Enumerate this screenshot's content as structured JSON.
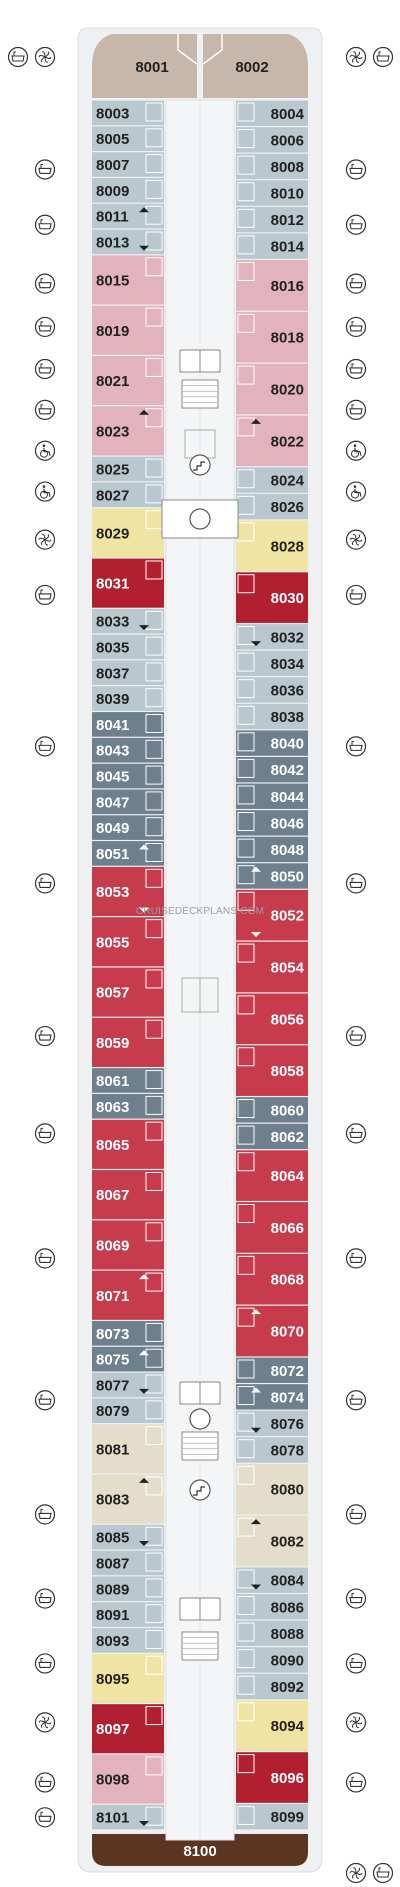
{
  "watermark": "CRUISEDECKPLANS.COM",
  "colors": {
    "hull": "#eef0f2",
    "corridor": "#f4f5f7",
    "light": "#b9c7cf",
    "slate": "#6e7f8e",
    "red": "#c63c4d",
    "darkred": "#b21f30",
    "pink": "#e2b3bd",
    "cream": "#f0e4a4",
    "beige": "#e4ddcc",
    "tan": "#c7b7ab",
    "brown": "#5b3522",
    "icon": "#333333"
  },
  "fwd": {
    "port": "8001",
    "stbd": "8002"
  },
  "aft": "8100",
  "cabins": {
    "port": [
      {
        "n": "8003",
        "c": "light"
      },
      {
        "n": "8005",
        "c": "light"
      },
      {
        "n": "8007",
        "c": "light"
      },
      {
        "n": "8009",
        "c": "light"
      },
      {
        "n": "8011",
        "c": "light",
        "arrow": "up"
      },
      {
        "n": "8013",
        "c": "light",
        "arrow": "down"
      },
      {
        "n": "8015",
        "c": "pink"
      },
      {
        "n": "8019",
        "c": "pink"
      },
      {
        "n": "8021",
        "c": "pink"
      },
      {
        "n": "8023",
        "c": "pink",
        "arrow": "up"
      },
      {
        "n": "8025",
        "c": "light"
      },
      {
        "n": "8027",
        "c": "light"
      },
      {
        "n": "8029",
        "c": "cream"
      },
      {
        "n": "8031",
        "c": "darkred"
      },
      {
        "n": "8033",
        "c": "light",
        "arrow": "down"
      },
      {
        "n": "8035",
        "c": "light"
      },
      {
        "n": "8037",
        "c": "light"
      },
      {
        "n": "8039",
        "c": "light"
      },
      {
        "n": "8041",
        "c": "slate"
      },
      {
        "n": "8043",
        "c": "slate"
      },
      {
        "n": "8045",
        "c": "slate"
      },
      {
        "n": "8047",
        "c": "slate"
      },
      {
        "n": "8049",
        "c": "slate"
      },
      {
        "n": "8051",
        "c": "slate",
        "arrow": "up"
      },
      {
        "n": "8053",
        "c": "red",
        "arrow": "down"
      },
      {
        "n": "8055",
        "c": "red"
      },
      {
        "n": "8057",
        "c": "red"
      },
      {
        "n": "8059",
        "c": "red"
      },
      {
        "n": "8061",
        "c": "slate"
      },
      {
        "n": "8063",
        "c": "slate"
      },
      {
        "n": "8065",
        "c": "red"
      },
      {
        "n": "8067",
        "c": "red"
      },
      {
        "n": "8069",
        "c": "red"
      },
      {
        "n": "8071",
        "c": "red",
        "arrow": "up"
      },
      {
        "n": "8073",
        "c": "slate"
      },
      {
        "n": "8075",
        "c": "slate",
        "arrow": "up"
      },
      {
        "n": "8077",
        "c": "light",
        "arrow": "down"
      },
      {
        "n": "8079",
        "c": "light"
      },
      {
        "n": "8081",
        "c": "beige"
      },
      {
        "n": "8083",
        "c": "beige",
        "arrow": "up"
      },
      {
        "n": "8085",
        "c": "light",
        "arrow": "down"
      },
      {
        "n": "8087",
        "c": "light"
      },
      {
        "n": "8089",
        "c": "light"
      },
      {
        "n": "8091",
        "c": "light"
      },
      {
        "n": "8093",
        "c": "light"
      },
      {
        "n": "8095",
        "c": "cream"
      },
      {
        "n": "8097",
        "c": "darkred"
      },
      {
        "n": "8098",
        "c": "pink"
      },
      {
        "n": "8101",
        "c": "light",
        "arrow": "down"
      }
    ],
    "stbd": [
      {
        "n": "8004",
        "c": "light"
      },
      {
        "n": "8006",
        "c": "light"
      },
      {
        "n": "8008",
        "c": "light"
      },
      {
        "n": "8010",
        "c": "light"
      },
      {
        "n": "8012",
        "c": "light"
      },
      {
        "n": "8014",
        "c": "light"
      },
      {
        "n": "8016",
        "c": "pink"
      },
      {
        "n": "8018",
        "c": "pink"
      },
      {
        "n": "8020",
        "c": "pink"
      },
      {
        "n": "8022",
        "c": "pink",
        "arrow": "up"
      },
      {
        "n": "8024",
        "c": "light"
      },
      {
        "n": "8026",
        "c": "light"
      },
      {
        "n": "8028",
        "c": "cream"
      },
      {
        "n": "8030",
        "c": "darkred"
      },
      {
        "n": "8032",
        "c": "light",
        "arrow": "down"
      },
      {
        "n": "8034",
        "c": "light"
      },
      {
        "n": "8036",
        "c": "light"
      },
      {
        "n": "8038",
        "c": "light"
      },
      {
        "n": "8040",
        "c": "slate"
      },
      {
        "n": "8042",
        "c": "slate"
      },
      {
        "n": "8044",
        "c": "slate"
      },
      {
        "n": "8046",
        "c": "slate"
      },
      {
        "n": "8048",
        "c": "slate"
      },
      {
        "n": "8050",
        "c": "slate",
        "arrow": "up"
      },
      {
        "n": "8052",
        "c": "red",
        "arrow": "down"
      },
      {
        "n": "8054",
        "c": "red"
      },
      {
        "n": "8056",
        "c": "red"
      },
      {
        "n": "8058",
        "c": "red"
      },
      {
        "n": "8060",
        "c": "slate"
      },
      {
        "n": "8062",
        "c": "slate"
      },
      {
        "n": "8064",
        "c": "red"
      },
      {
        "n": "8066",
        "c": "red"
      },
      {
        "n": "8068",
        "c": "red"
      },
      {
        "n": "8070",
        "c": "red",
        "arrow": "up"
      },
      {
        "n": "8072",
        "c": "slate"
      },
      {
        "n": "8074",
        "c": "slate",
        "arrow": "up"
      },
      {
        "n": "8076",
        "c": "light",
        "arrow": "down"
      },
      {
        "n": "8078",
        "c": "light"
      },
      {
        "n": "8080",
        "c": "beige"
      },
      {
        "n": "8082",
        "c": "beige",
        "arrow": "up"
      },
      {
        "n": "8084",
        "c": "light",
        "arrow": "down"
      },
      {
        "n": "8086",
        "c": "light"
      },
      {
        "n": "8088",
        "c": "light"
      },
      {
        "n": "8090",
        "c": "light"
      },
      {
        "n": "8092",
        "c": "light"
      },
      {
        "n": "8094",
        "c": "cream"
      },
      {
        "n": "8096",
        "c": "darkred"
      },
      {
        "n": "8099",
        "c": "light"
      }
    ]
  },
  "icons": {
    "left": [
      "bathtub-icon",
      "spa-icon",
      "bathtub-icon",
      "bathtub-icon",
      "bathtub-icon",
      "bathtub-icon",
      "bathtub-icon",
      "bathtub-icon",
      "accessible-icon",
      "accessible-icon",
      "spa-icon",
      "bathtub-icon",
      "bathtub-icon",
      "bathtub-icon",
      "bathtub-icon",
      "bathtub-icon",
      "bathtub-icon",
      "bathtub-icon",
      "bathtub-icon",
      "bathtub-icon",
      "bathtub-icon",
      "spa-icon",
      "bathtub-icon",
      "bathtub-icon"
    ],
    "right": [
      "spa-icon",
      "bathtub-icon",
      "bathtub-icon",
      "bathtub-icon",
      "bathtub-icon",
      "bathtub-icon",
      "bathtub-icon",
      "bathtub-icon",
      "accessible-icon",
      "accessible-icon",
      "spa-icon",
      "bathtub-icon",
      "bathtub-icon",
      "bathtub-icon",
      "bathtub-icon",
      "bathtub-icon",
      "bathtub-icon",
      "bathtub-icon",
      "bathtub-icon",
      "bathtub-icon",
      "bathtub-icon",
      "spa-icon",
      "bathtub-icon",
      "spa-icon",
      "bathtub-icon"
    ],
    "center": [
      "stairs-icon",
      "elevator-icon",
      "elevator-icon",
      "stairs-icon",
      "bathtub-icon",
      "spa-icon"
    ]
  }
}
